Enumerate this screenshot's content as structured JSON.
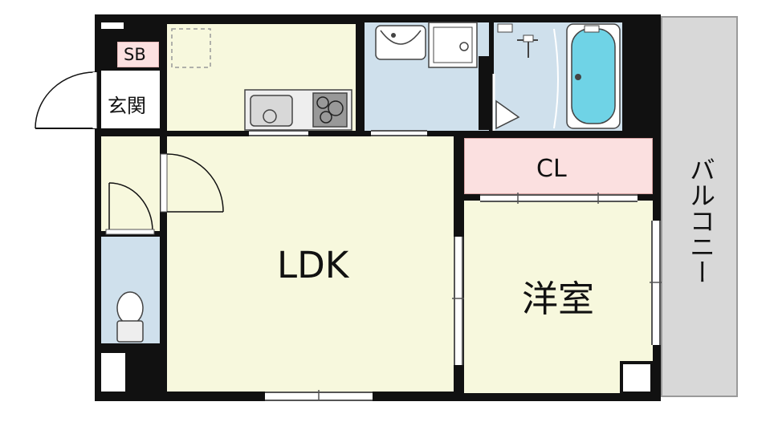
{
  "rooms": {
    "ldk": "LDK",
    "western_room": "洋室",
    "closet": "CL",
    "entrance": "玄関",
    "shoe_box": "SB",
    "balcony": "バルコニー"
  },
  "colors": {
    "living_room": "#f7f8dd",
    "water_area": "#cfe0ec",
    "closet": "#fbe0e0",
    "balcony": "#d8d8d8",
    "bathtub": "#6fd3e6",
    "wall": "#111111"
  }
}
